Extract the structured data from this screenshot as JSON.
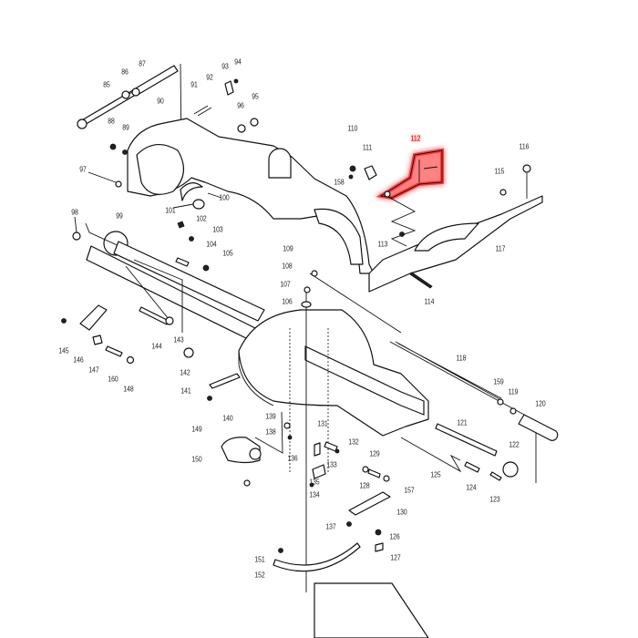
{
  "diagram": {
    "type": "exploded-parts-diagram",
    "highlight_color": "#ff2a2a",
    "highlighted_part": "112",
    "part_numbers": [
      "85",
      "86",
      "87",
      "88",
      "89",
      "90",
      "91",
      "92",
      "93",
      "94",
      "95",
      "96",
      "97",
      "98",
      "99",
      "100",
      "101",
      "102",
      "103",
      "104",
      "105",
      "106",
      "107",
      "108",
      "109",
      "110",
      "111",
      "112",
      "113",
      "114",
      "115",
      "116",
      "117",
      "118",
      "119",
      "120",
      "121",
      "122",
      "123",
      "124",
      "125",
      "126",
      "127",
      "128",
      "129",
      "130",
      "131",
      "132",
      "133",
      "134",
      "135",
      "136",
      "137",
      "138",
      "139",
      "140",
      "141",
      "142",
      "143",
      "144",
      "145",
      "146",
      "147",
      "148",
      "149",
      "150",
      "151",
      "152",
      "157",
      "158",
      "159",
      "160"
    ]
  }
}
